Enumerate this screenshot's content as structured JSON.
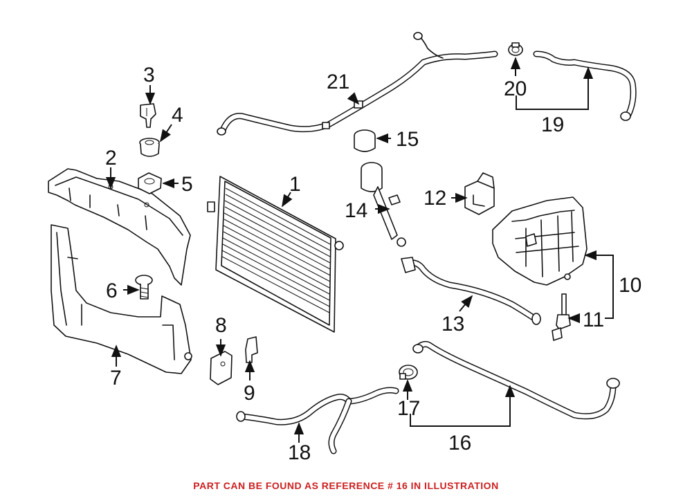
{
  "callouts": {
    "c1": "1",
    "c2": "2",
    "c3": "3",
    "c4": "4",
    "c5": "5",
    "c6": "6",
    "c7": "7",
    "c8": "8",
    "c9": "9",
    "c10": "10",
    "c11": "11",
    "c12": "12",
    "c13": "13",
    "c14": "14",
    "c15": "15",
    "c16": "16",
    "c17": "17",
    "c18": "18",
    "c19": "19",
    "c20": "20",
    "c21": "21"
  },
  "footer_note": "PART CAN BE FOUND AS REFERENCE # 16 IN ILLUSTRATION",
  "colors": {
    "note": "#cc2020",
    "line": "#111111",
    "background": "#ffffff"
  }
}
